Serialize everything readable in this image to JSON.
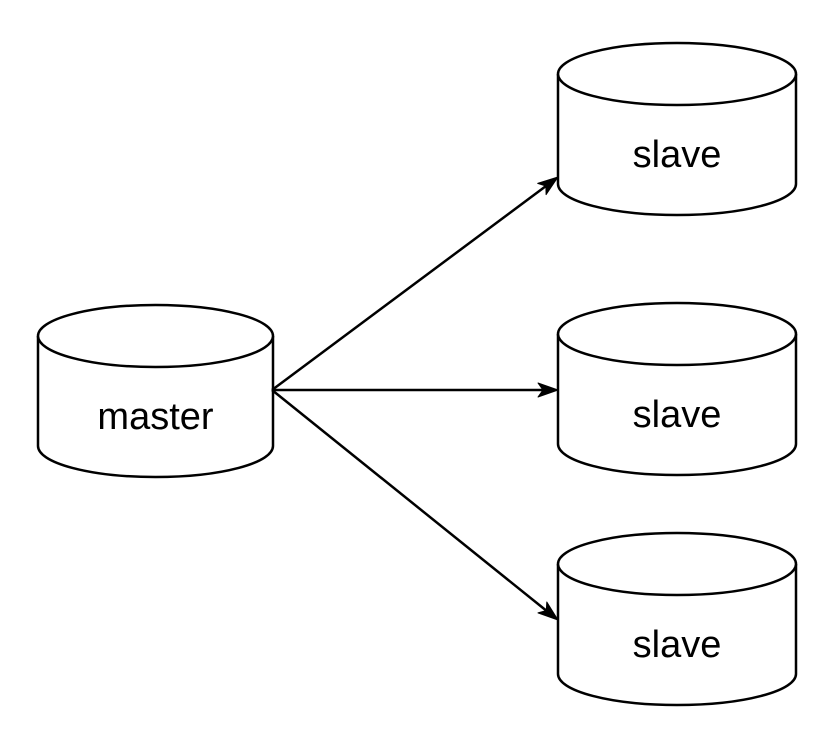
{
  "canvas": {
    "background_color": "#ffffff",
    "shape_fill_color": "#ffffff",
    "stroke_color": "#000000",
    "text_color": "#000000"
  },
  "diagram": {
    "nodes": [
      {
        "id": "master",
        "shape": "database-cylinder",
        "label": "master"
      },
      {
        "id": "slave-1",
        "shape": "database-cylinder",
        "label": "slave"
      },
      {
        "id": "slave-2",
        "shape": "database-cylinder",
        "label": "slave"
      },
      {
        "id": "slave-3",
        "shape": "database-cylinder",
        "label": "slave"
      }
    ],
    "edges": [
      {
        "from": "master",
        "to": "slave-1",
        "style": "solid",
        "arrow": "filled-triangle"
      },
      {
        "from": "master",
        "to": "slave-2",
        "style": "solid",
        "arrow": "filled-triangle"
      },
      {
        "from": "master",
        "to": "slave-3",
        "style": "solid",
        "arrow": "filled-triangle"
      }
    ]
  }
}
